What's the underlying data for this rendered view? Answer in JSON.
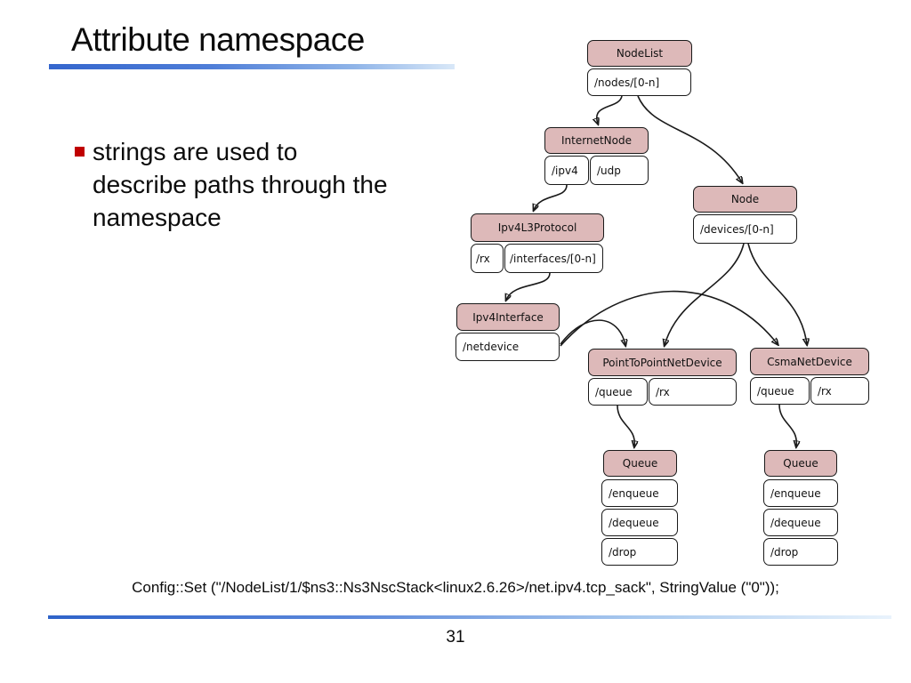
{
  "slide": {
    "title": "Attribute namespace",
    "bullet_text": "strings are used to describe paths through the namespace",
    "code_line": "Config::Set (\"/NodeList/1/$ns3::Ns3NscStack<linux2.6.26>/net.ipv4.tcp_sack\", StringValue (\"0\"));",
    "page_number": "31"
  },
  "colors": {
    "node_header_fill": "#ddb9b9",
    "node_border": "#1a1a1a",
    "bullet_marker": "#c00000",
    "accent_rule_start": "#3566cd",
    "accent_rule_end": "#e9f3fc"
  },
  "diagram": {
    "nodelist": {
      "title": "NodeList",
      "cells": [
        "/nodes/[0-n]"
      ]
    },
    "internetnode": {
      "title": "InternetNode",
      "cells": [
        "/ipv4",
        "/udp"
      ]
    },
    "node": {
      "title": "Node",
      "cells": [
        "/devices/[0-n]"
      ]
    },
    "ipv4l3": {
      "title": "Ipv4L3Protocol",
      "cells": [
        "/rx",
        "/interfaces/[0-n]"
      ]
    },
    "ipv4interface": {
      "title": "Ipv4Interface",
      "cells": [
        "/netdevice"
      ]
    },
    "p2pnetdevice": {
      "title": "PointToPointNetDevice",
      "cells": [
        "/queue",
        "/rx"
      ]
    },
    "csmanetdevice": {
      "title": "CsmaNetDevice",
      "cells": [
        "/queue",
        "/rx"
      ]
    },
    "queue_left": {
      "title": "Queue",
      "cells": [
        "/enqueue",
        "/dequeue",
        "/drop"
      ]
    },
    "queue_right": {
      "title": "Queue",
      "cells": [
        "/enqueue",
        "/dequeue",
        "/drop"
      ]
    },
    "edges": [
      {
        "from": "NodeList./nodes/[0-n]",
        "to": "InternetNode"
      },
      {
        "from": "NodeList./nodes/[0-n]",
        "to": "Node"
      },
      {
        "from": "InternetNode./ipv4",
        "to": "Ipv4L3Protocol"
      },
      {
        "from": "Ipv4L3Protocol./interfaces/[0-n]",
        "to": "Ipv4Interface"
      },
      {
        "from": "Ipv4Interface./netdevice",
        "to": "PointToPointNetDevice"
      },
      {
        "from": "Ipv4Interface./netdevice",
        "to": "CsmaNetDevice"
      },
      {
        "from": "Node./devices/[0-n]",
        "to": "PointToPointNetDevice"
      },
      {
        "from": "Node./devices/[0-n]",
        "to": "CsmaNetDevice"
      },
      {
        "from": "PointToPointNetDevice./queue",
        "to": "Queue"
      },
      {
        "from": "CsmaNetDevice./queue",
        "to": "Queue"
      }
    ]
  }
}
